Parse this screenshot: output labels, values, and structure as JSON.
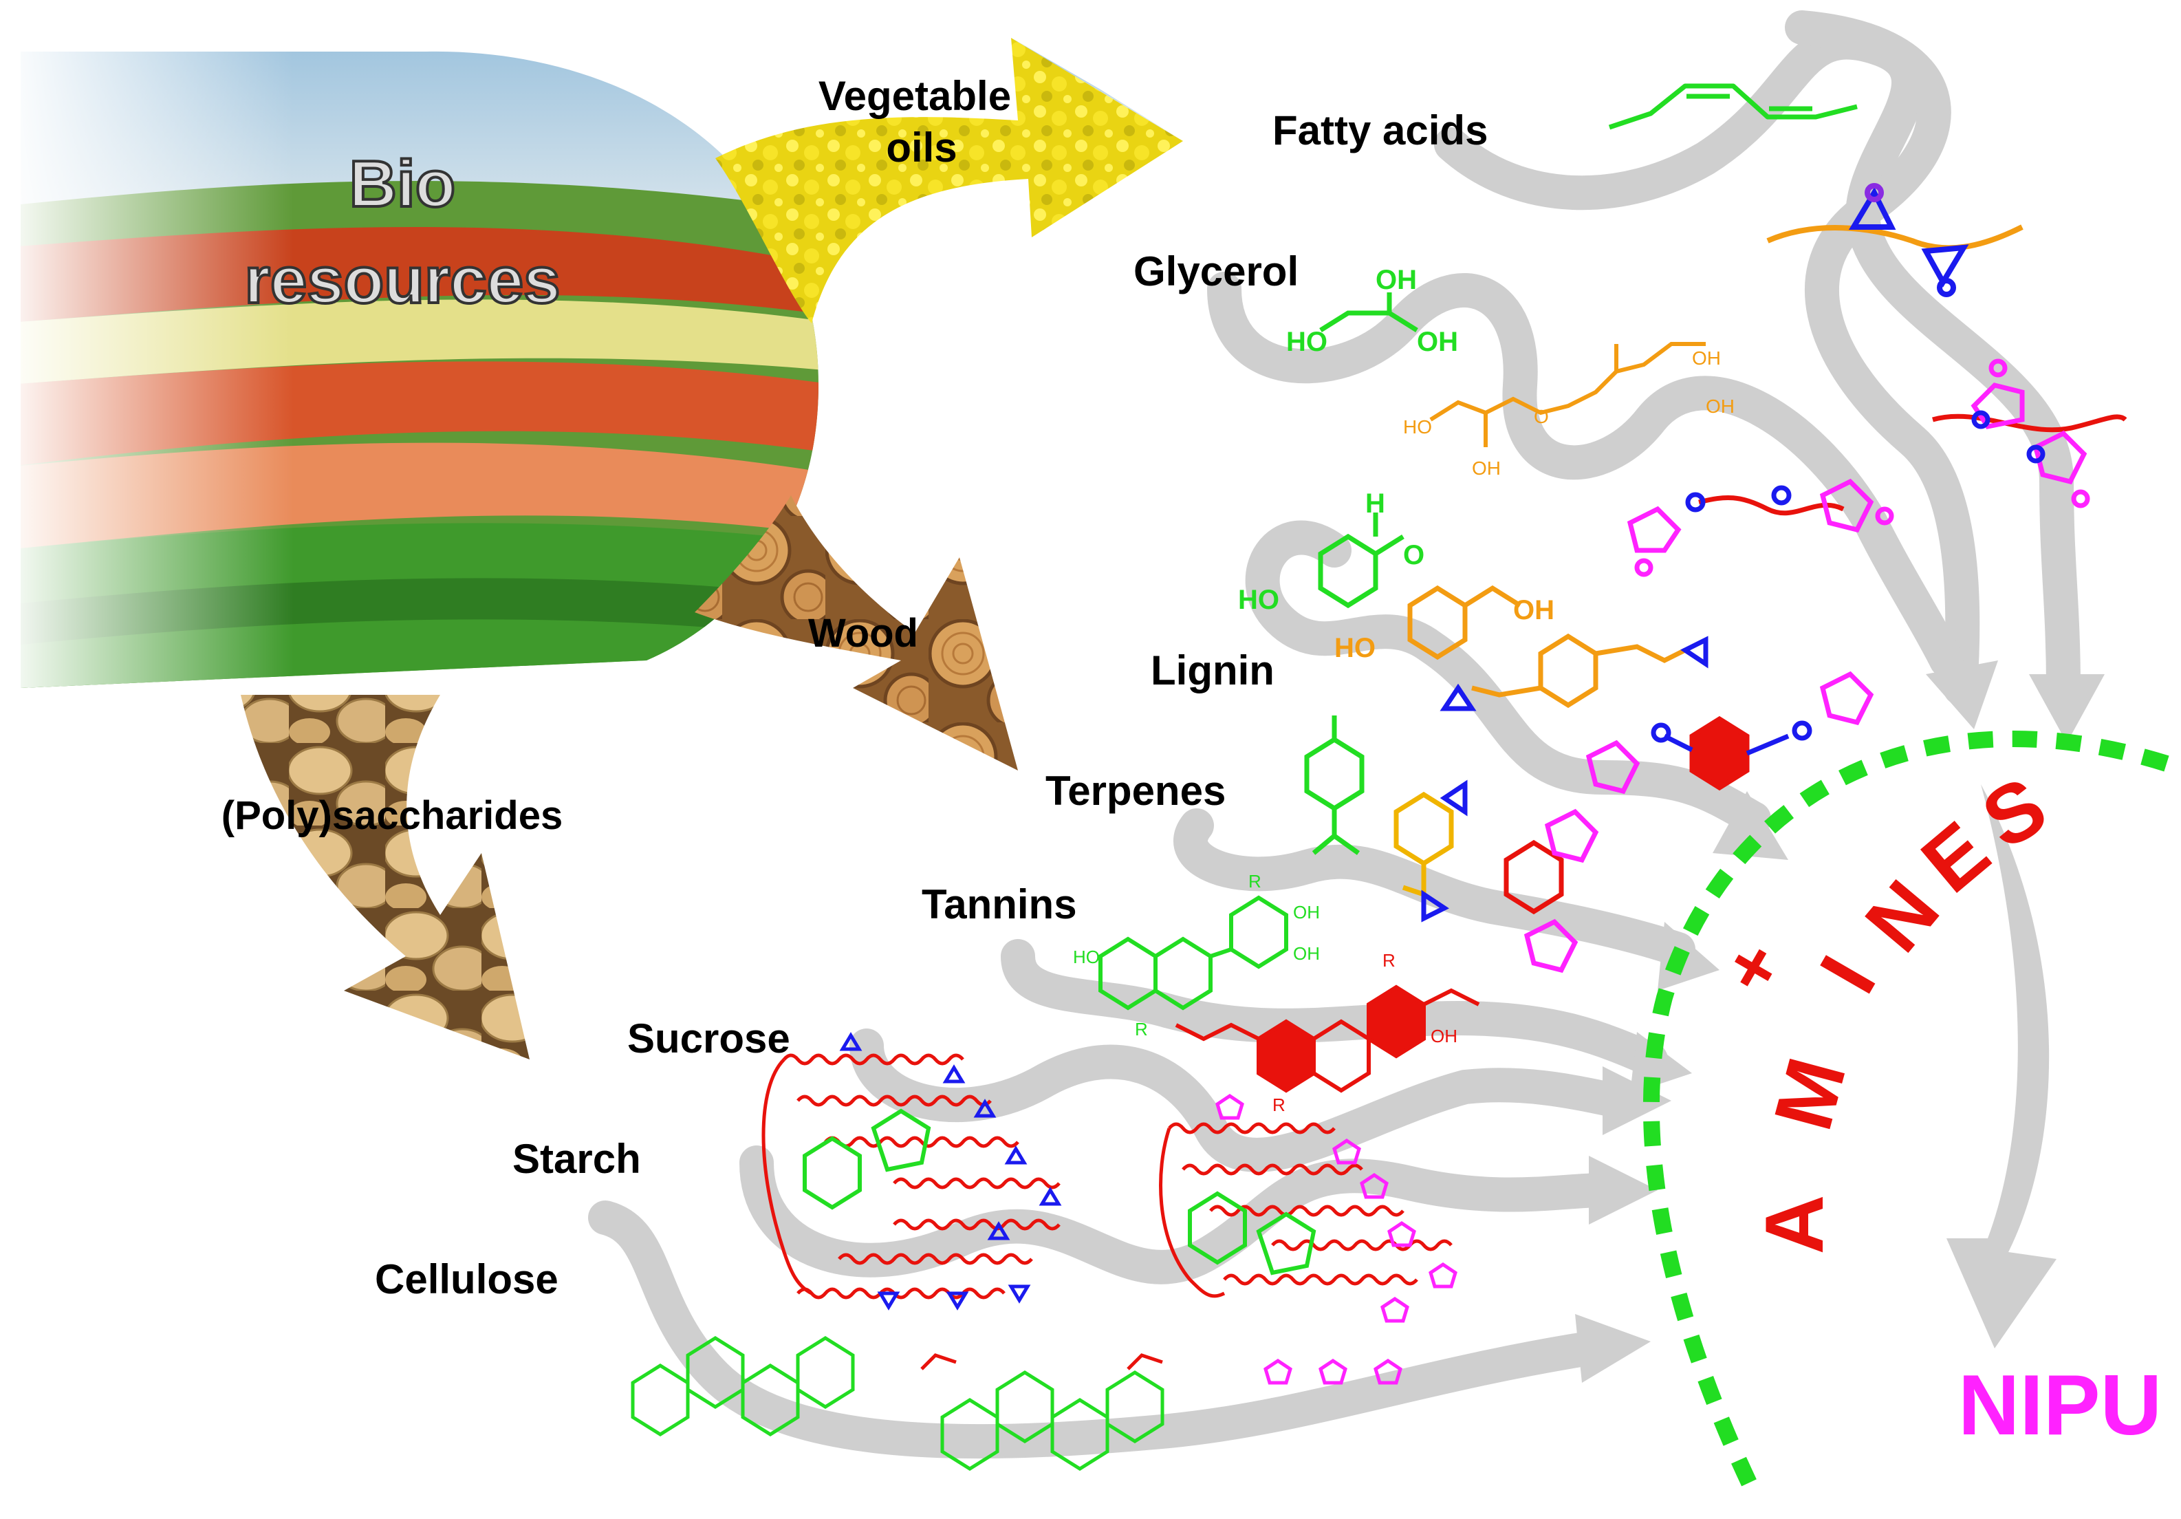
{
  "colors": {
    "background": "#ffffff",
    "flow_arrow": "#cfcfcf",
    "glycerol_green": "#22dd22",
    "orange": "#f39c12",
    "red": "#e8120c",
    "blue": "#1a1aee",
    "magenta": "#ff22ff",
    "field_red": "#c8421c",
    "field_green": "#3f9a2c",
    "sky": "#a9c9dc",
    "rapeseed": "#f2e21a",
    "wood": "#c98c4a",
    "potato": "#d9b37a"
  },
  "icons": {
    "bio_panel": "farmland-landscape-image",
    "oils_arrow": "rapeseed-field-arrow",
    "wood_arrow": "wood-logs-arrow",
    "sugar_arrow": "potatoes-arrow",
    "boundary": "green-dotted-arc",
    "final_arrow": "grey-curved-arrow"
  },
  "diagram": {
    "bio_resources": {
      "line1": "Bio",
      "line2": "resources"
    },
    "arrows": {
      "oils": "Vegetable\noils",
      "oils_line1": "Vegetable",
      "oils_line2": "oils",
      "wood": "Wood",
      "sugars": "(Poly)saccharides"
    },
    "sources": [
      {
        "label": "Fatty acids"
      },
      {
        "label": "Glycerol"
      },
      {
        "label": "Lignin"
      },
      {
        "label": "Terpenes"
      },
      {
        "label": "Tannins"
      },
      {
        "label": "Sucrose"
      },
      {
        "label": "Starch"
      },
      {
        "label": "Cellulose"
      }
    ],
    "chemistry": {
      "oh": "OH",
      "ho": "HO",
      "h": "H",
      "o": "O",
      "r": "R"
    },
    "plus": "+",
    "amines": "AMINES",
    "amine_letters": [
      "A",
      "M",
      "I",
      "N",
      "E",
      "S"
    ],
    "product": "NIPU"
  }
}
